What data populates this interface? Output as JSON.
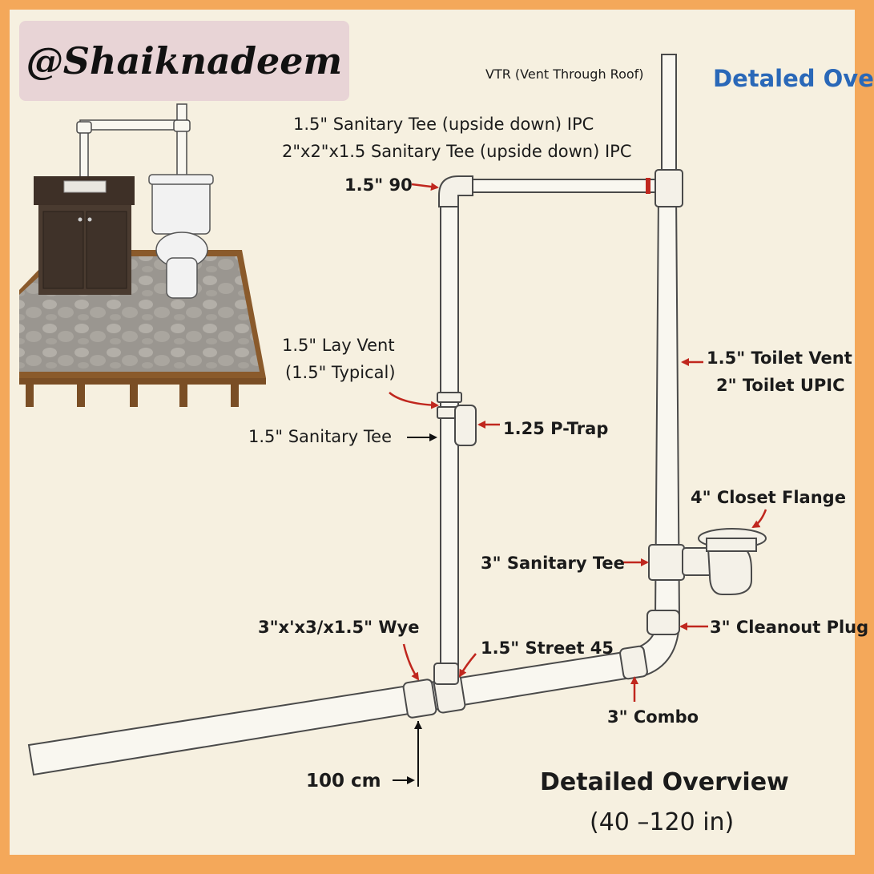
{
  "watermark": "@Shaiknadeem",
  "top_right_title": "Detaled Ove",
  "labels": {
    "vtr": "VTR (Vent Through Roof)",
    "tee_upside_down_1": "1.5\" Sanitary Tee (upside down) IPC",
    "tee_upside_down_2": "2\"x2\"x1.5 Sanitary Tee (upside down) IPC",
    "elbow_90": "1.5\" 90",
    "lay_vent_1": "1.5\" Lay Vent",
    "lay_vent_2": "(1.5\" Typical)",
    "sanitary_tee": "1.5\" Sanitary Tee",
    "p_trap": "1.25 P-Trap",
    "toilet_vent_1": "1.5\" Toilet Vent",
    "toilet_vent_2": "2\" Toilet UPIC",
    "closet_flange": "4\" Closet Flange",
    "sanitary_tee_3": "3\" Sanitary Tee",
    "cleanout_plug": "3\" Cleanout Plug",
    "wye": "3\"x'x3/x1.5\" Wye",
    "street_45": "1.5\" Street 45",
    "combo": "3\" Combo",
    "dimension": "100 cm"
  },
  "footer": {
    "title": "Detailed Overview",
    "range": "(40 –120 in)"
  },
  "colors": {
    "frame": "#f4a85a",
    "background": "#f6f0e0",
    "pipe": "#f9f7f0",
    "pipe_outline": "#4a4a4a",
    "arrow": "#c0271e",
    "title_blue": "#2a68b8",
    "watermark_bg": "#e8d4d6"
  }
}
